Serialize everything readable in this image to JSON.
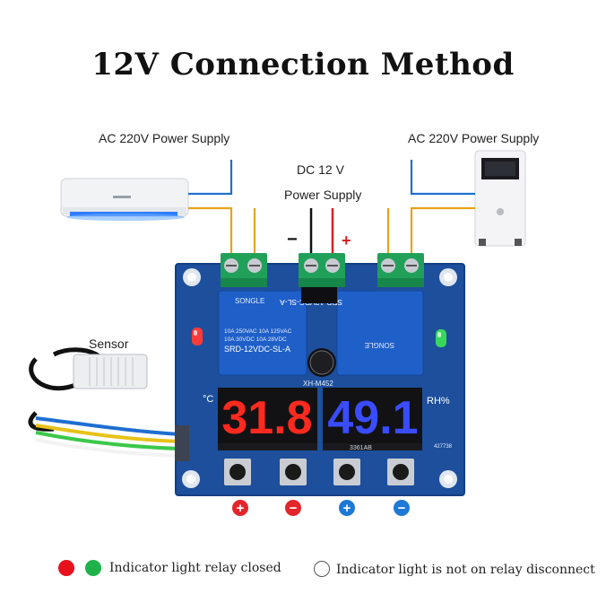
{
  "title": "12V Connection Method",
  "labels": {
    "ac_left": "AC 220V Power Supply",
    "ac_right": "AC 220V Power Supply",
    "dc_line1": "DC 12 V",
    "dc_line2": "Power Supply",
    "minus": "−",
    "plus": "+",
    "sensor": "Sensor"
  },
  "board": {
    "temp_display": "31.8",
    "hum_display": "49.1",
    "temp_unit": "°C",
    "hum_unit": "RH%",
    "relay_left_top": "SONGLE",
    "relay_left_model": "SRD-12VDC-SL-A",
    "relay_left_specs": "10A 250VAC  10A 125VAC",
    "relay_left_specs2": "10A 30VDC  10A 28VDC",
    "relay_right_top": "SONGLE",
    "relay_right_model": "SRD-12VDC-SL-A",
    "board_id": "XH-M452",
    "chip_label": "3361AB",
    "serial": "427738"
  },
  "buttons": [
    {
      "symbol": "+",
      "color": "#e3262b"
    },
    {
      "symbol": "−",
      "color": "#e3262b"
    },
    {
      "symbol": "+",
      "color": "#1e78d6"
    },
    {
      "symbol": "−",
      "color": "#1e78d6"
    }
  ],
  "legend": {
    "closed_text": "Indicator light relay closed",
    "open_text": "Indicator light is not on  relay disconnect",
    "red": "#e8111b",
    "green": "#1fb24a"
  },
  "colors": {
    "board": "#1d4f9c",
    "wire_blue": "#1e6fd1",
    "wire_orange": "#e8a317",
    "wire_black": "#111111",
    "wire_red": "#d81f26",
    "seg_red": "#ff2a1f",
    "seg_blue": "#3a4cff"
  }
}
